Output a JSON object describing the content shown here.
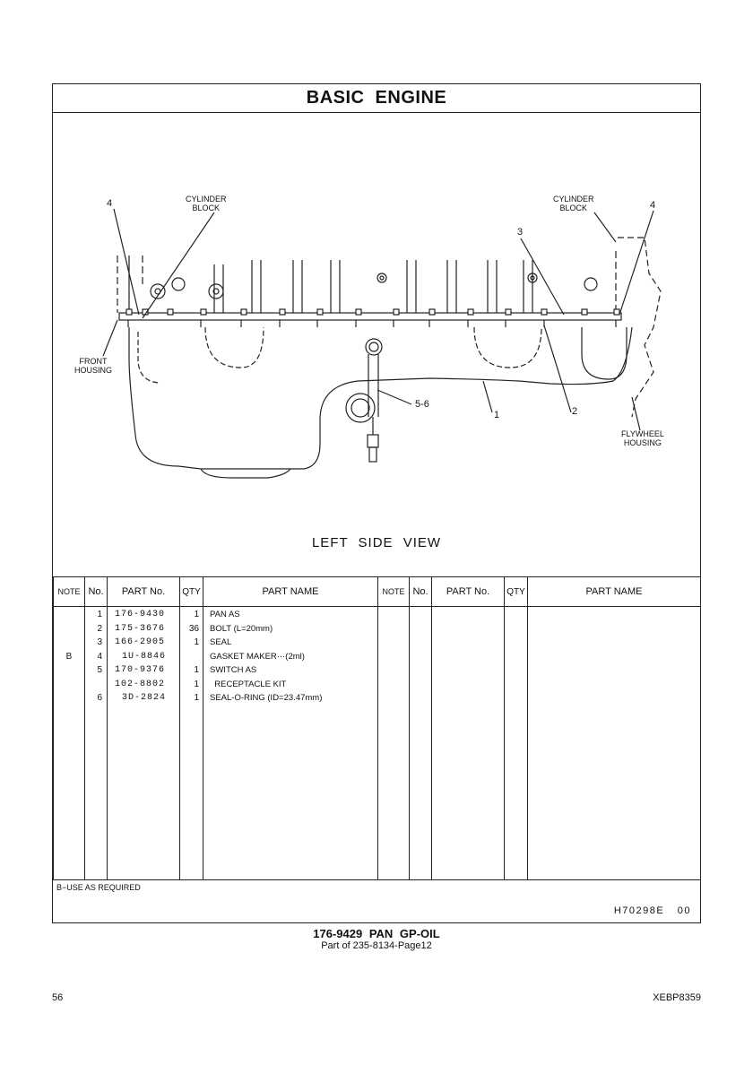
{
  "section_title": "BASIC ENGINE",
  "view_label": "LEFT SIDE VIEW",
  "callouts": {
    "cyl_block_left": [
      "CYLINDER",
      "BLOCK"
    ],
    "cyl_block_right": [
      "CYLINDER",
      "BLOCK"
    ],
    "front_housing": [
      "FRONT",
      "HOUSING"
    ],
    "flywheel_housing": [
      "FLYWHEEL",
      "HOUSING"
    ],
    "num_4_left": "4",
    "num_4_right": "4",
    "num_3": "3",
    "num_5_6": "5-6",
    "num_1": "1",
    "num_2": "2"
  },
  "table": {
    "headers": [
      "NOTE",
      "No.",
      "PART No.",
      "QTY",
      "PART NAME",
      "NOTE",
      "No.",
      "PART No.",
      "QTY",
      "PART NAME"
    ],
    "rows": [
      {
        "note": "",
        "no": "1",
        "part_no": "176-9430",
        "qty": "1",
        "name": "PAN AS"
      },
      {
        "note": "",
        "no": "2",
        "part_no": "175-3676",
        "qty": "36",
        "name": "BOLT (L=20mm)"
      },
      {
        "note": "",
        "no": "3",
        "part_no": "166-2905",
        "qty": "1",
        "name": "SEAL"
      },
      {
        "note": "B",
        "no": "4",
        "part_no": "1U-8846",
        "qty": "",
        "name": "GASKET MAKER···(2ml)"
      },
      {
        "note": "",
        "no": "5",
        "part_no": "170-9376",
        "qty": "1",
        "name": "SWITCH AS"
      },
      {
        "note": "",
        "no": "",
        "part_no": "102-8802",
        "qty": "1",
        "name": "  RECEPTACLE KIT"
      },
      {
        "note": "",
        "no": "6",
        "part_no": "3D-2824",
        "qty": "1",
        "name": "SEAL-O-RING (ID=23.47mm)"
      }
    ]
  },
  "footnote": "B−USE AS REQUIRED",
  "illustration_code": "H70298E",
  "illustration_rev": "00",
  "caption": "176-9429 PAN GP-OIL",
  "caption_sub": "Part of 235-8134-Page12",
  "page_number": "56",
  "doc_code": "XEBP8359"
}
